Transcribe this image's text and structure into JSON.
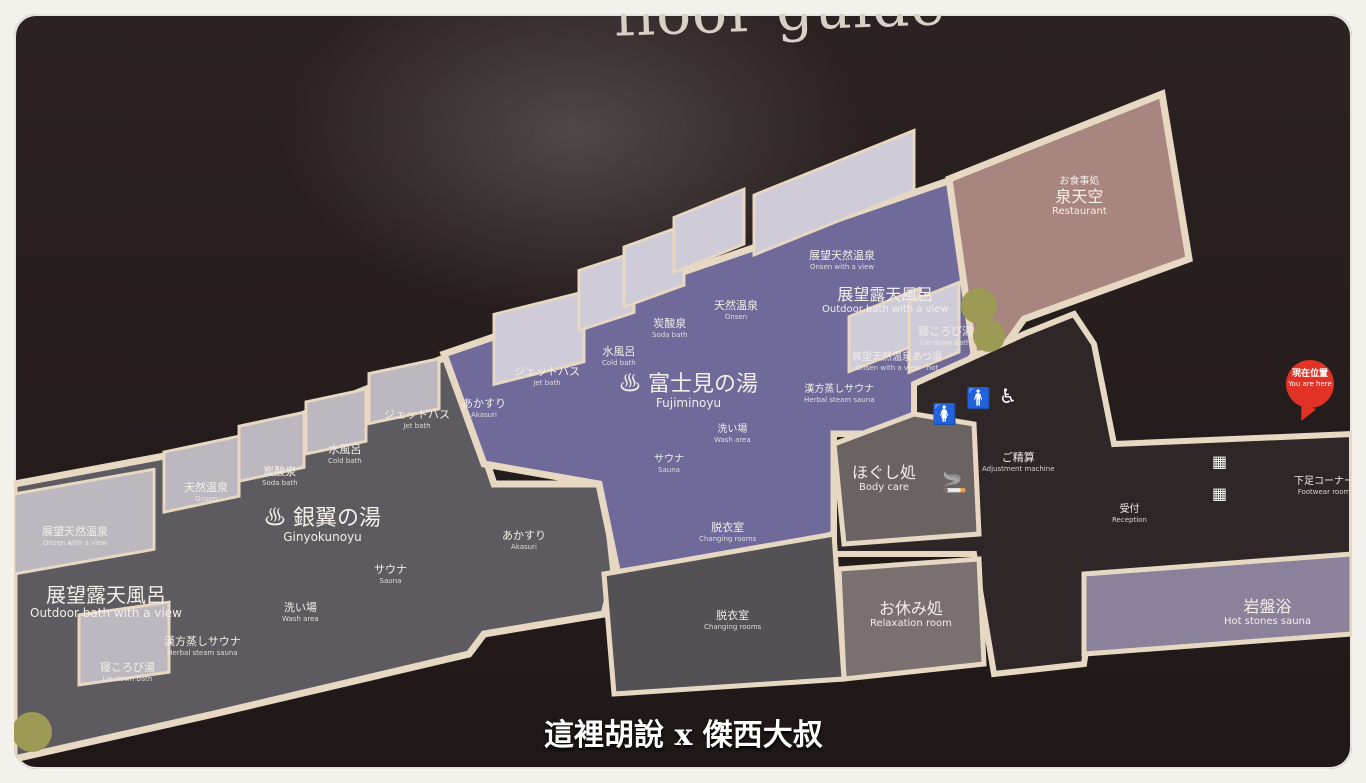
{
  "header": {
    "title_fragment": "floor guide"
  },
  "zones": {
    "ginyoku": {
      "jp": "銀翼の湯",
      "en": "Ginyokunoyu"
    },
    "fujimi": {
      "jp": "富士見の湯",
      "en": "Fujiminoyu"
    }
  },
  "rooms": [
    {
      "jp": "展望天然温泉",
      "en": "Onsen with a view"
    },
    {
      "jp": "天然温泉",
      "en": "Onsen"
    },
    {
      "jp": "炭酸泉",
      "en": "Soda bath"
    },
    {
      "jp": "水風呂",
      "en": "Cold bath"
    },
    {
      "jp": "ジェットバス",
      "en": "Jet bath"
    },
    {
      "jp": "展望露天風呂",
      "en": "Outdoor bath with a view"
    },
    {
      "jp": "洗い場",
      "en": "Wash area"
    },
    {
      "jp": "サウナ",
      "en": "Sauna"
    },
    {
      "jp": "漢方蒸しサウナ",
      "en": "Herbal steam sauna"
    },
    {
      "jp": "寝ころび湯",
      "en": "Lie-down bath"
    },
    {
      "jp": "あかすり",
      "en": "Akasuri"
    },
    {
      "jp": "ジェットバス",
      "en": "Jet bath"
    },
    {
      "jp": "水風呂",
      "en": "Cold bath"
    },
    {
      "jp": "炭酸泉",
      "en": "Soda bath"
    },
    {
      "jp": "天然温泉",
      "en": "Onsen"
    },
    {
      "jp": "展望天然温泉",
      "en": "Onsen with a view"
    },
    {
      "jp": "展望露天風呂",
      "en": "Outdoor bath with a view"
    },
    {
      "jp": "寝ころび湯",
      "en": "Lie-down bath"
    },
    {
      "jp": "展望天然温泉あつ湯",
      "en": "Onsen with a view · hot"
    },
    {
      "jp": "漢方蒸しサウナ",
      "en": "Herbal steam sauna"
    },
    {
      "jp": "サウナ",
      "en": "Sauna"
    },
    {
      "jp": "洗い場",
      "en": "Wash area"
    },
    {
      "jp": "脱衣室",
      "en": "Changing rooms"
    },
    {
      "jp": "脱衣室",
      "en": "Changing rooms"
    },
    {
      "jp": "あかすり",
      "en": "Akasuri"
    },
    {
      "jp": "ほぐし処",
      "en": "Body care"
    },
    {
      "jp": "お休み処",
      "en": "Relaxation room"
    },
    {
      "jp": "岩盤浴",
      "en": "Hot stones sauna"
    },
    {
      "jp": "泉天空",
      "en": "Restaurant",
      "pre": "お食事処"
    },
    {
      "jp": "ご精算",
      "en": "Adjustment machine"
    },
    {
      "jp": "受付",
      "en": "Reception"
    },
    {
      "jp": "下足コーナー",
      "en": "Footwear room"
    }
  ],
  "here": {
    "jp": "現在位置",
    "en": "You are here"
  },
  "watermark": "這裡胡說 x 傑西大叔",
  "icons": {
    "women": "restroom-women-icon",
    "men": "restroom-men-icon",
    "accessible": "wheelchair-icon",
    "smoking": "smoking-icon",
    "locker": "locker-icon"
  },
  "colors": {
    "ginyoku": "#5d5b5f",
    "fujimi": "#6f6a9a",
    "restaurant": "#a8867f",
    "hot_stone": "#8c819a",
    "lobby": "#2f2727",
    "outline": "#e6d8c2"
  }
}
